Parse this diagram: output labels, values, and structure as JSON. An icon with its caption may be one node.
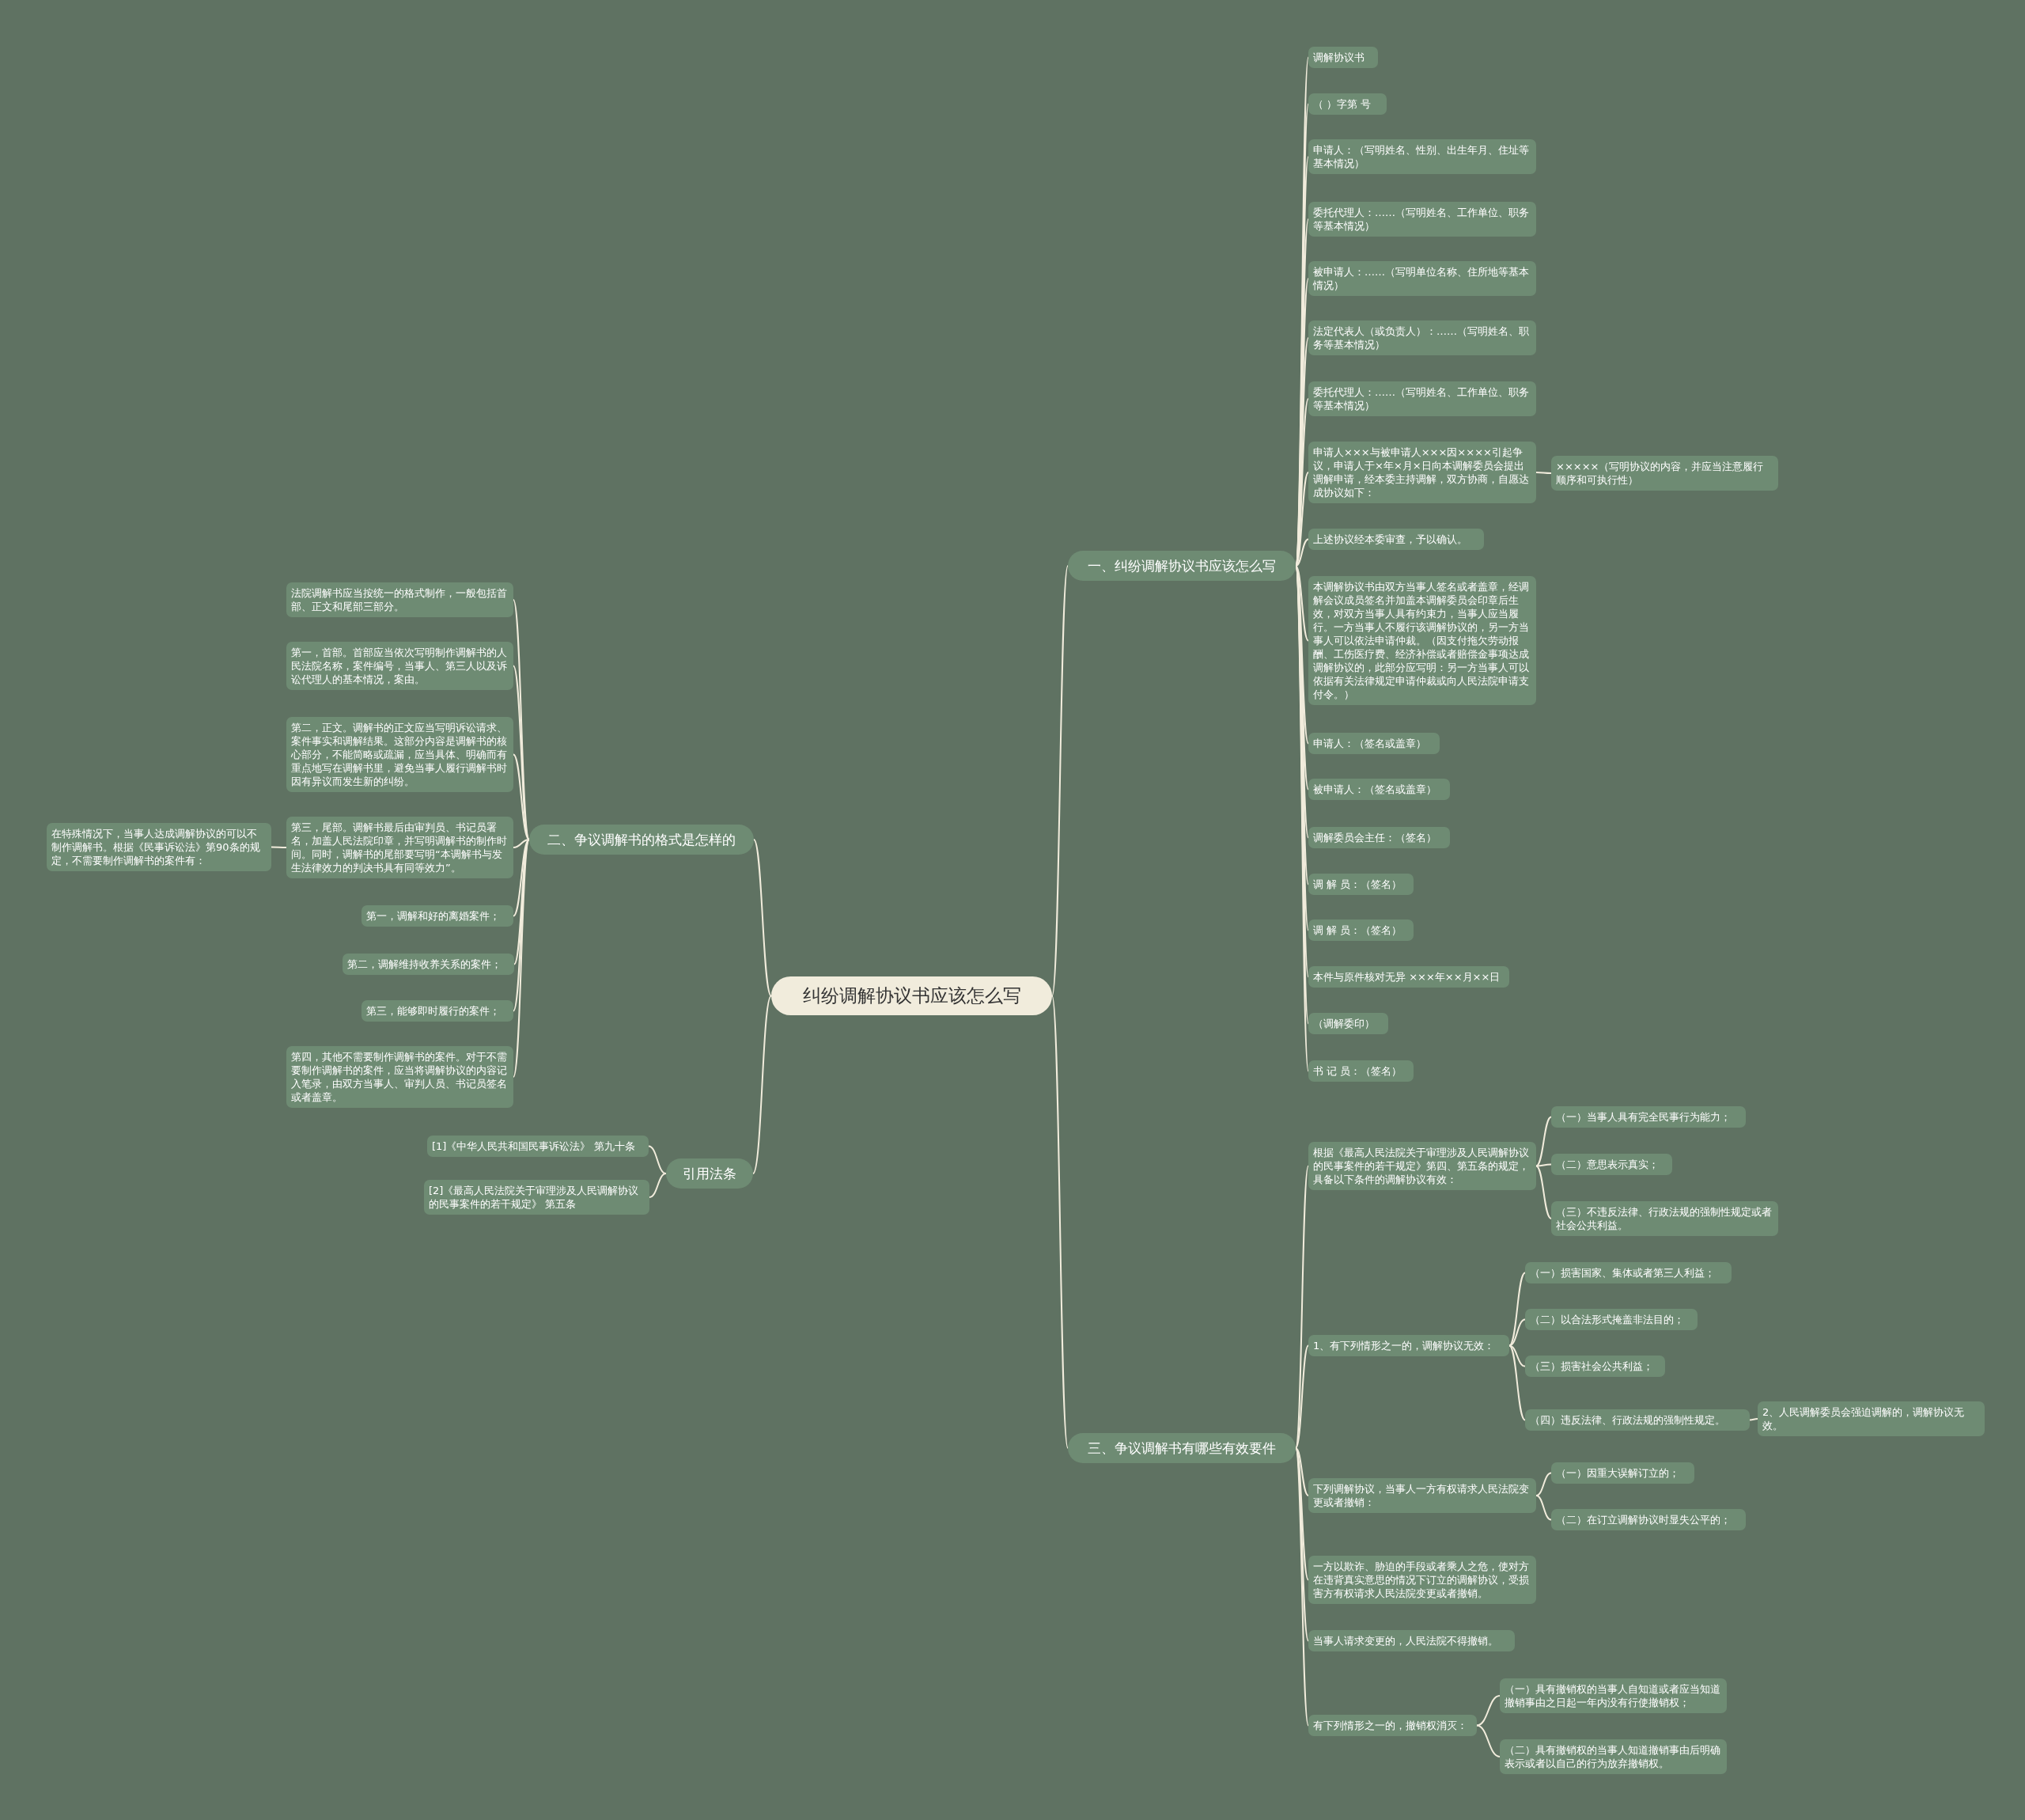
{
  "diagram": {
    "nodes": [
      {
        "text": [
          "纠纷调解协议书应该怎么写"
        ]
      },
      {
        "text": [
          "一、纠纷调解协议书应该怎么写"
        ]
      },
      {
        "text": [
          "调解协议书"
        ]
      },
      {
        "text": [
          "（ ）字第 号"
        ]
      },
      {
        "text": [
          "申请人：（写明姓名、性别、出生年月、住址等基本情况）"
        ]
      },
      {
        "text": [
          "委托代理人：……（写明姓名、工作单位、职务等基本情况）"
        ]
      },
      {
        "text": [
          "被申请人：……（写明单位名称、住所地等基本情况）"
        ]
      },
      {
        "text": [
          "法定代表人（或负责人）：……（写明姓名、职务等基本情况）"
        ]
      },
      {
        "text": [
          "委托代理人：……（写明姓名、工作单位、职务等基本情况）"
        ]
      },
      {
        "text": [
          "申请人×××与被申请人×××因××××引起争议，申请人于×年×月×日向本调解委员会提出调解申请，经本委主持调解，双方协商，自愿达成协议如下："
        ]
      },
      {
        "text": [
          "×××××（写明协议的内容，并应当注意履行顺序和可执行性）"
        ]
      },
      {
        "text": [
          "上述协议经本委审查，予以确认。"
        ]
      },
      {
        "text": [
          "本调解协议书由双方当事人签名或者盖章，经调解会议成员签名并加盖本调解委员会印章后生效，对双方当事人具有约束力，当事人应当履行。一方当事人不履行该调解协议的，另一方当事人可以依法申请仲裁。（因支付拖欠劳动报酬、工伤医疗费、经济补偿或者赔偿金事项达成调解协议的，此部分应写明：另一方当事人可以依据有关法律规定申请仲裁或向人民法院申请支付令。）"
        ]
      },
      {
        "text": [
          "申请人：（签名或盖章）"
        ]
      },
      {
        "text": [
          "被申请人：（签名或盖章）"
        ]
      },
      {
        "text": [
          "调解委员会主任：（签名）"
        ]
      },
      {
        "text": [
          "调 解 员：（签名）"
        ]
      },
      {
        "text": [
          "调 解 员：（签名）"
        ]
      },
      {
        "text": [
          "本件与原件核对无异 ×××年××月××日"
        ]
      },
      {
        "text": [
          "（调解委印）"
        ]
      },
      {
        "text": [
          "书 记 员：（签名）"
        ]
      },
      {
        "text": [
          "二、争议调解书的格式是怎样的"
        ]
      },
      {
        "text": [
          "法院调解书应当按统一的格式制作，一般包括首部、正文和尾部三部分。"
        ]
      },
      {
        "text": [
          "第一，首部。首部应当依次写明制作调解书的人民法院名称，案件编号，当事人、第三人以及诉讼代理人的基本情况，案由。"
        ]
      },
      {
        "text": [
          "第二，正文。调解书的正文应当写明诉讼请求、案件事实和调解结果。这部分内容是调解书的核心部分，不能简略或疏漏，应当具体、明确而有重点地写在调解书里，避免当事人履行调解书时因有异议而发生新的纠纷。"
        ]
      },
      {
        "text": [
          "第三，尾部。调解书最后由审判员、书记员署名，加盖人民法院印章，并写明调解书的制作时间。同时，调解书的尾部要写明“本调解书与发生法律效力的判决书具有同等效力”。"
        ]
      },
      {
        "text": [
          "在特殊情况下，当事人达成调解协议的可以不制作调解书。根据《民事诉讼法》第90条的规定，不需要制作调解书的案件有："
        ]
      },
      {
        "text": [
          "第一，调解和好的离婚案件；"
        ]
      },
      {
        "text": [
          "第二，调解维持收养关系的案件；"
        ]
      },
      {
        "text": [
          "第三，能够即时履行的案件；"
        ]
      },
      {
        "text": [
          "第四，其他不需要制作调解书的案件。对于不需要制作调解书的案件，应当将调解协议的内容记入笔录，由双方当事人、审判人员、书记员签名或者盖章。"
        ]
      },
      {
        "text": [
          "引用法条"
        ]
      },
      {
        "text": [
          "[1]《中华人民共和国民事诉讼法》 第九十条"
        ]
      },
      {
        "text": [
          "[2]《最高人民法院关于审理涉及人民调解协议的民事案件的若干规定》 第五条"
        ]
      },
      {
        "text": [
          "三、争议调解书有哪些有效要件"
        ]
      },
      {
        "text": [
          "根据《最高人民法院关于审理涉及人民调解协议的民事案件的若干规定》第四、第五条的规定，具备以下条件的调解协议有效："
        ]
      },
      {
        "text": [
          "（一）当事人具有完全民事行为能力；"
        ]
      },
      {
        "text": [
          "（二）意思表示真实；"
        ]
      },
      {
        "text": [
          "（三）不违反法律、行政法规的强制性规定或者社会公共利益。"
        ]
      },
      {
        "text": [
          "1、有下列情形之一的，调解协议无效："
        ]
      },
      {
        "text": [
          "（一）损害国家、集体或者第三人利益；"
        ]
      },
      {
        "text": [
          "（二）以合法形式掩盖非法目的；"
        ]
      },
      {
        "text": [
          "（三）损害社会公共利益；"
        ]
      },
      {
        "text": [
          "（四）违反法律、行政法规的强制性规定。"
        ]
      },
      {
        "text": [
          "2、人民调解委员会强迫调解的，调解协议无效。"
        ]
      },
      {
        "text": [
          "下列调解协议，当事人一方有权请求人民法院变更或者撤销："
        ]
      },
      {
        "text": [
          "（一）因重大误解订立的；"
        ]
      },
      {
        "text": [
          "（二）在订立调解协议时显失公平的；"
        ]
      },
      {
        "text": [
          "一方以欺诈、胁迫的手段或者乘人之危，使对方在违背真实意思的情况下订立的调解协议，受损害方有权请求人民法院变更或者撤销。"
        ]
      },
      {
        "text": [
          "当事人请求变更的，人民法院不得撤销。"
        ]
      },
      {
        "text": [
          "有下列情形之一的，撤销权消灭："
        ]
      },
      {
        "text": [
          "（一）具有撤销权的当事人自知道或者应当知道撤销事由之日起一年内没有行使撤销权；"
        ]
      },
      {
        "text": [
          "（二）具有撤销权的当事人知道撤销事由后明确表示或者以自己的行为放弃撤销权。"
        ]
      }
    ],
    "edges": [
      {
        "from": 0,
        "to": 1,
        "arrow": "none"
      },
      {
        "from": 1,
        "to": 2,
        "arrow": "none"
      },
      {
        "from": 1,
        "to": 3,
        "arrow": "none"
      },
      {
        "from": 1,
        "to": 4,
        "arrow": "none"
      },
      {
        "from": 1,
        "to": 5,
        "arrow": "none"
      },
      {
        "from": 1,
        "to": 6,
        "arrow": "none"
      },
      {
        "from": 1,
        "to": 7,
        "arrow": "none"
      },
      {
        "from": 1,
        "to": 8,
        "arrow": "none"
      },
      {
        "from": 1,
        "to": 9,
        "arrow": "none"
      },
      {
        "from": 9,
        "to": 10,
        "arrow": "none"
      },
      {
        "from": 1,
        "to": 11,
        "arrow": "none"
      },
      {
        "from": 1,
        "to": 12,
        "arrow": "none"
      },
      {
        "from": 1,
        "to": 13,
        "arrow": "none"
      },
      {
        "from": 1,
        "to": 14,
        "arrow": "none"
      },
      {
        "from": 1,
        "to": 15,
        "arrow": "none"
      },
      {
        "from": 1,
        "to": 16,
        "arrow": "none"
      },
      {
        "from": 1,
        "to": 17,
        "arrow": "none"
      },
      {
        "from": 1,
        "to": 18,
        "arrow": "none"
      },
      {
        "from": 1,
        "to": 19,
        "arrow": "none"
      },
      {
        "from": 1,
        "to": 20,
        "arrow": "none"
      },
      {
        "from": 0,
        "to": 21,
        "arrow": "none"
      },
      {
        "from": 21,
        "to": 22,
        "arrow": "none"
      },
      {
        "from": 21,
        "to": 23,
        "arrow": "none"
      },
      {
        "from": 21,
        "to": 24,
        "arrow": "none"
      },
      {
        "from": 21,
        "to": 25,
        "arrow": "none"
      },
      {
        "from": 25,
        "to": 26,
        "arrow": "none"
      },
      {
        "from": 21,
        "to": 27,
        "arrow": "none"
      },
      {
        "from": 21,
        "to": 28,
        "arrow": "none"
      },
      {
        "from": 21,
        "to": 29,
        "arrow": "none"
      },
      {
        "from": 21,
        "to": 30,
        "arrow": "none"
      },
      {
        "from": 0,
        "to": 31,
        "arrow": "none"
      },
      {
        "from": 31,
        "to": 32,
        "arrow": "none"
      },
      {
        "from": 31,
        "to": 33,
        "arrow": "none"
      },
      {
        "from": 0,
        "to": 34,
        "arrow": "none"
      },
      {
        "from": 34,
        "to": 35,
        "arrow": "none"
      },
      {
        "from": 35,
        "to": 36,
        "arrow": "none"
      },
      {
        "from": 35,
        "to": 37,
        "arrow": "none"
      },
      {
        "from": 35,
        "to": 38,
        "arrow": "none"
      },
      {
        "from": 34,
        "to": 39,
        "arrow": "none"
      },
      {
        "from": 39,
        "to": 40,
        "arrow": "none"
      },
      {
        "from": 39,
        "to": 41,
        "arrow": "none"
      },
      {
        "from": 39,
        "to": 42,
        "arrow": "none"
      },
      {
        "from": 39,
        "to": 43,
        "arrow": "none"
      },
      {
        "from": 43,
        "to": 44,
        "arrow": "none"
      },
      {
        "from": 34,
        "to": 45,
        "arrow": "none"
      },
      {
        "from": 45,
        "to": 46,
        "arrow": "none"
      },
      {
        "from": 45,
        "to": 47,
        "arrow": "none"
      },
      {
        "from": 34,
        "to": 48,
        "arrow": "none"
      },
      {
        "from": 34,
        "to": 49,
        "arrow": "none"
      },
      {
        "from": 34,
        "to": 50,
        "arrow": "none"
      },
      {
        "from": 50,
        "to": 51,
        "arrow": "none"
      },
      {
        "from": 50,
        "to": 52,
        "arrow": "none"
      }
    ]
  }
}
